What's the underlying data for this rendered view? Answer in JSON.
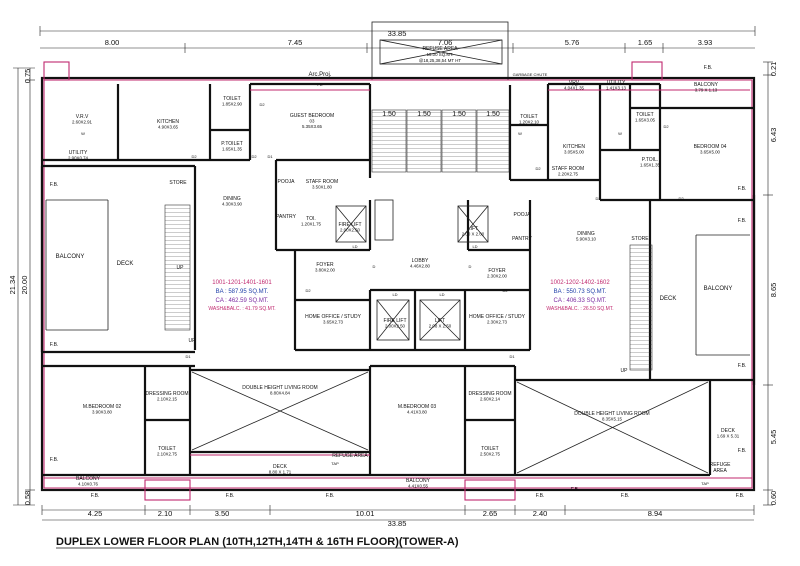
{
  "title": "DUPLEX LOWER FLOOR PLAN (10TH,12TH,14TH & 16TH FLOOR)(TOWER-A)",
  "dims_top_total": "33.85",
  "dims_bottom_total": "33.85",
  "dims_top": [
    "8.00",
    "7.45",
    "7.06",
    "5.76",
    "1.65",
    "3.93"
  ],
  "dims_bottom": [
    "4.25",
    "2.10",
    "3.50",
    "10.01",
    "2.65",
    "2.40",
    "8.94"
  ],
  "dims_left": [
    "0.75",
    "21.34",
    "20.00",
    "0.58"
  ],
  "dims_right": [
    "0.21",
    "6.43",
    "8.65",
    "5.45",
    "0.60"
  ],
  "refuse_top": {
    "name": "REFUSE AREA",
    "l1": "15.00 SQ.MT.",
    "l2": "@18,25,38,54 MT HT"
  },
  "arc_proj": "Arc.Proj.",
  "garbage": "GARBAGE CHUTE",
  "stairs": [
    "1.50",
    "1.50",
    "1.50",
    "1.50"
  ],
  "rooms": [
    {
      "key": "vrv_l",
      "name": "V.R.V",
      "size": "2.60X2.91"
    },
    {
      "key": "kitchen_l",
      "name": "KITCHEN",
      "size": "4.90X3.65"
    },
    {
      "key": "toilet_l1",
      "name": "TOILET",
      "size": "1.85X2.90"
    },
    {
      "key": "guest",
      "name": "GUEST BEDROOM",
      "sub": "03",
      "size": "5.35X3.65"
    },
    {
      "key": "ptoilet_l",
      "name": "P.TOILET",
      "size": "1.65X1.35"
    },
    {
      "key": "utility_l",
      "name": "UTILITY",
      "size": "2.90X0.74"
    },
    {
      "key": "dining_l",
      "name": "DINING",
      "size": "4.30X3.90"
    },
    {
      "key": "staff_l",
      "name": "STAFF ROOM",
      "size": "3.50X1.80"
    },
    {
      "key": "toi_l",
      "name": "TOI.",
      "size": "1.20X1.75"
    },
    {
      "key": "firelift_t",
      "name": "FIRE LIFT",
      "size": "2.00X2.50"
    },
    {
      "key": "lift_t",
      "name": "LIFT",
      "size": "2.00 X 2.00"
    },
    {
      "key": "lobby",
      "name": "LOBBY",
      "size": "4.46X2.80"
    },
    {
      "key": "foyer_l",
      "name": "FOYER",
      "size": "3.80X2.00"
    },
    {
      "key": "foyer_r",
      "name": "FOYER",
      "size": "2.30X2.00"
    },
    {
      "key": "home_l",
      "name": "HOME OFFICE / STUDY",
      "size": "3.65X2.73"
    },
    {
      "key": "firelift_b",
      "name": "FIRE LIFT",
      "size": "2.00X2.50"
    },
    {
      "key": "lift_b",
      "name": "LIFT",
      "size": "2.08 X 2.50"
    },
    {
      "key": "home_r",
      "name": "HOME OFFICE / STUDY",
      "size": "2.30X2.73"
    },
    {
      "key": "toilet_m",
      "name": "TOILET",
      "size": "1.20X2.10"
    },
    {
      "key": "vrv_r",
      "name": "VRV",
      "size": "4.04X1.35"
    },
    {
      "key": "utility_r",
      "name": "UTILITY",
      "size": "1.41X3.13"
    },
    {
      "key": "balcony_tr",
      "name": "BALCONY",
      "size": "3.79 X 1.13"
    },
    {
      "key": "kitchen_r",
      "name": "KITCHEN",
      "size": "3.05X5.00"
    },
    {
      "key": "toilet_r1",
      "name": "TOILET",
      "size": "1.65X3.05"
    },
    {
      "key": "bed04",
      "name": "BEDROOM 04",
      "size": "3.65X5.00"
    },
    {
      "key": "staff_r",
      "name": "STAFF ROOM",
      "size": "2.20X2.75"
    },
    {
      "key": "ptoil_r",
      "name": "P.TOIL.",
      "size": "1.65X1.35"
    },
    {
      "key": "dining_r",
      "name": "DINING",
      "size": "5.90X3.10"
    },
    {
      "key": "mbed02",
      "name": "M.BEDROOM 02",
      "size": "3.90X3.80"
    },
    {
      "key": "dress_l",
      "name": "DRESSING ROOM",
      "size": "2.10X2.15"
    },
    {
      "key": "toilet_lb",
      "name": "TOILET",
      "size": "2.10X2.75"
    },
    {
      "key": "dhl_l",
      "name": "DOUBLE HEIGHT LIVING ROOM",
      "size": "8.80X4.84"
    },
    {
      "key": "deck_lb",
      "name": "DECK",
      "size": "8.80 X 1.71"
    },
    {
      "key": "mbed03",
      "name": "M.BEDROOM 03",
      "size": "4.41X3.80"
    },
    {
      "key": "dress_r",
      "name": "DRESSING ROOM",
      "size": "2.60X2.14"
    },
    {
      "key": "toilet_rb",
      "name": "TOILET",
      "size": "2.50X2.75"
    },
    {
      "key": "balcony_bl",
      "name": "BALCONY",
      "size": "4.10X0.76"
    },
    {
      "key": "balcony_bm",
      "name": "BALCONY",
      "size": "4.41X0.55"
    },
    {
      "key": "dhl_r",
      "name": "DOUBLE HEIGHT LIVING ROOM",
      "size": "8.35X5.15"
    },
    {
      "key": "deck_r",
      "name": "DECK",
      "size": "1.69 X 5.31"
    }
  ],
  "labels": {
    "balcony": "BALCONY",
    "deck": "DECK",
    "store": "STORE",
    "up": "UP",
    "fb": "F.B.",
    "refuge": "REFUGE AREA",
    "pooja": "POOJA",
    "pantry": "PANTRY",
    "d1": "D1",
    "d2": "D2",
    "d": "D",
    "w": "W",
    "ld": "LD",
    "fd": "FD",
    "tap": "TAP",
    "refuge_r1": "REFUGE",
    "refuge_r2": "AREA"
  },
  "unit_left": {
    "nums": "1001-1201-1401-1601",
    "ba": "BA : 587.95 SQ.MT.",
    "ca": "CA : 462.59 SQ.MT.",
    "wash": "WASH&BALC. : 41.79 SQ.MT."
  },
  "unit_right": {
    "nums": "1002-1202-1402-1602",
    "ba": "BA : 550.73 SQ.MT.",
    "ca": "CA : 406.33 SQ.MT.",
    "wash": "WASH&BALC. : 26.50 SQ.MT."
  }
}
